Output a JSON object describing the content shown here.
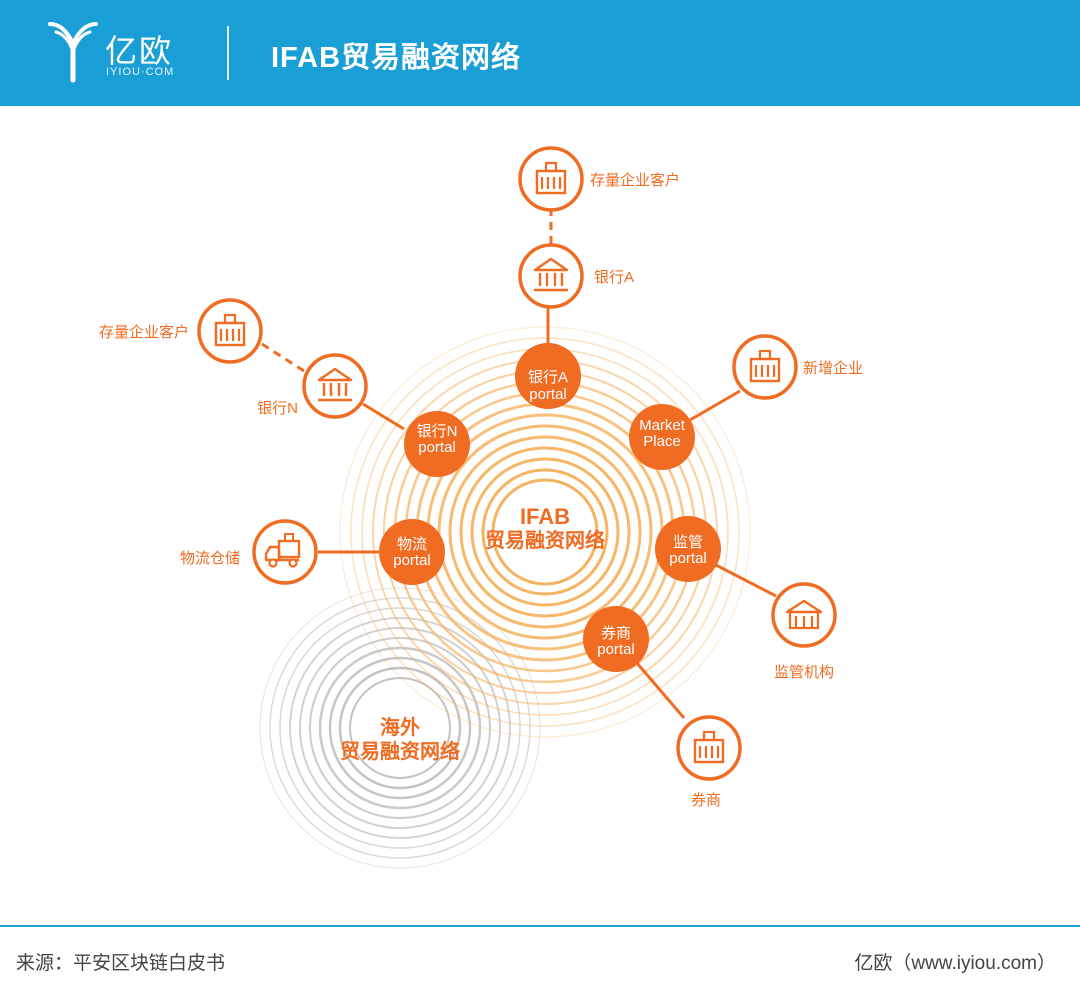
{
  "header": {
    "logo_cn": "亿欧",
    "logo_en": "IYIOU·COM",
    "title": "IFAB贸易融资网络"
  },
  "colors": {
    "header_blue": "#1a9ed6",
    "orange": "#ef6c22",
    "ring_orange": "#f6b25e",
    "ring_gray": "#b8b8b8"
  },
  "diagram": {
    "center": {
      "line1": "IFAB",
      "line2": "贸易融资网络"
    },
    "overseas": {
      "line1": "海外",
      "line2": "贸易融资网络"
    },
    "portals": [
      {
        "id": "bank-a",
        "line1": "银行A",
        "line2": "portal"
      },
      {
        "id": "bank-n",
        "line1": "银行N",
        "line2": "portal"
      },
      {
        "id": "market",
        "line1": "Market",
        "line2": "Place"
      },
      {
        "id": "logistics",
        "line1": "物流",
        "line2": "portal"
      },
      {
        "id": "regulator",
        "line1": "监管",
        "line2": "portal"
      },
      {
        "id": "securities",
        "line1": "券商",
        "line2": "portal"
      }
    ],
    "nodes": [
      {
        "id": "stock-client-top",
        "label": "存量企业客户",
        "icon": "office-building-icon"
      },
      {
        "id": "bank-a",
        "label": "银行A",
        "icon": "bank-icon"
      },
      {
        "id": "stock-client-left",
        "label": "存量企业客户",
        "icon": "office-building-icon"
      },
      {
        "id": "bank-n",
        "label": "银行N",
        "icon": "bank-icon"
      },
      {
        "id": "new-enterprise",
        "label": "新增企业",
        "icon": "office-building-icon"
      },
      {
        "id": "logistics",
        "label": "物流仓储",
        "icon": "truck-icon"
      },
      {
        "id": "regulator",
        "label": "监管机构",
        "icon": "government-building-icon"
      },
      {
        "id": "broker",
        "label": "券商",
        "icon": "office-building-icon"
      }
    ]
  },
  "footer": {
    "source": "来源：平安区块链白皮书",
    "credit": "亿欧（www.iyiou.com）"
  }
}
